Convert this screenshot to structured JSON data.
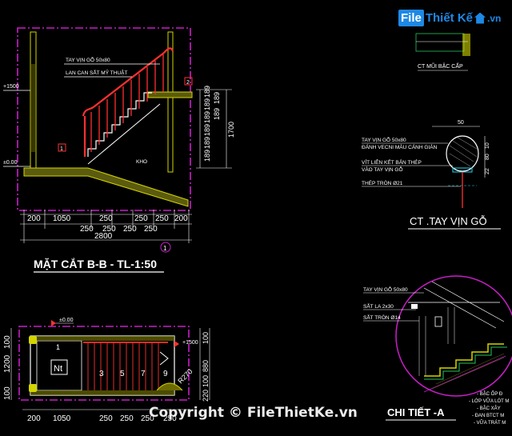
{
  "logo": {
    "file_text": "File",
    "brand_text": "Thiết Kế",
    "domain_text": ".vn"
  },
  "watermark": {
    "copyright": "Copyright © FileThietKe.vn"
  },
  "colors": {
    "background": "#000000",
    "frame": "#c81ec8",
    "dimension": "#ffffff",
    "stair": "#ff3030",
    "rail": "#d4d400",
    "label": "#ffffff",
    "cyan": "#22d3ee",
    "green": "#22c55e"
  },
  "section": {
    "title": "MẶT CẮT B-B - TL-1:50",
    "callout_handrail": "TAY VỊN GỖ 50x80",
    "callout_railing": "LAN CAN SẮT MỸ THUẬT",
    "room_label": "KHO",
    "level_top": "+1500",
    "level_bottom": "±0.00",
    "marker_1": "1",
    "marker_2": "2",
    "bottom_dims": [
      "200",
      "1050",
      "250",
      "250",
      "250",
      "200"
    ],
    "bottom_dims_row2": [
      "250",
      "250",
      "250",
      "250"
    ],
    "total_dim": "2800",
    "right_dims": [
      "189",
      "189",
      "189",
      "189",
      "189",
      "189",
      "189",
      "189"
    ],
    "right_total": "1700",
    "section_marker": "1"
  },
  "nosing_detail": {
    "caption": "CT MŨI BẬC CẤP"
  },
  "handrail_detail": {
    "title": "CT .TAY VỊN GỖ",
    "label_1": "TAY VỊN GỖ 50x80",
    "label_2": "ĐÁNH VECNI MÀU CÁNH GIÁN",
    "label_3": "VÍT LIÊN KẾT BẢN THÉP",
    "label_4": "VÀO TAY VỊN GỖ",
    "label_5": "THÉP TRÒN Ø21",
    "dim_top": "50",
    "dim_right_a": "80",
    "dim_right_b": "10",
    "dim_right_c": "22"
  },
  "detail_a": {
    "title": "CHI TIẾT -A",
    "label_1": "TAY VỊN GỖ 50x80",
    "label_2": "SẮT LA 2x30",
    "label_3": "SẮT TRÒN Ø14",
    "notes": [
      "- BẬC ỐP Đ",
      "- LỚP VỮA LÓT M",
      "- BẬC XÂY",
      "- ĐAN BTCT M",
      "- VỮA TRÁT M"
    ]
  },
  "plan": {
    "level_top": "±0.00",
    "level_mid": "+1500",
    "room_tag": "Nt",
    "step_numbers": [
      "1",
      "3",
      "5",
      "7",
      "9"
    ],
    "radius_label": "R270",
    "left_dims": [
      "1200",
      "100",
      "100"
    ],
    "right_dims": [
      "100",
      "880",
      "100",
      "220"
    ],
    "bottom_dims": [
      "200",
      "1050",
      "250",
      "250",
      "250",
      "250"
    ]
  }
}
